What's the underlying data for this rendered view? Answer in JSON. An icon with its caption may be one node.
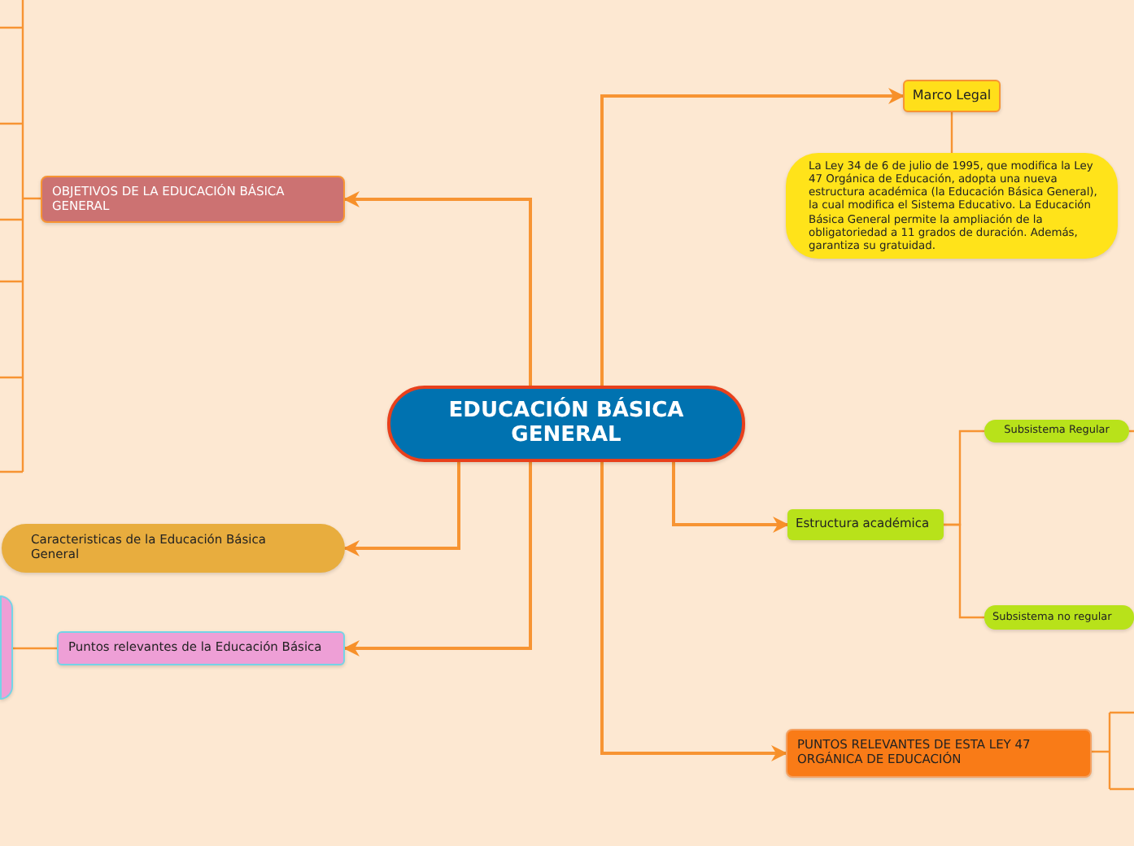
{
  "diagram": {
    "nodes": [
      {
        "text": [
          "EDUCACIÓN BÁSICA GENERAL"
        ]
      },
      {
        "text": [
          "Marco Legal"
        ]
      },
      {
        "text": [
          "La Ley 34 de 6 de julio de 1995, que modifica la Ley 47 Orgánica de Educación, adopta una nueva estructura académica (la Educación Básica General), la cual modifica el Sistema Educativo. La Educación Básica General permite la ampliación de la obligatoriedad a 11 grados de duración. Además, garantiza su gratuidad."
        ]
      },
      {
        "text": [
          "OBJETIVOS DE LA EDUCACIÓN BÁSICA GENERAL"
        ]
      },
      {
        "text": [
          "Caracteristicas de la Educación Básica General"
        ]
      },
      {
        "text": [
          "Puntos relevantes de la Educación Básica"
        ]
      },
      {
        "text": [],
        "shape": "box"
      },
      {
        "text": [
          "Estructura académica"
        ]
      },
      {
        "text": [
          "Subsistema Regular"
        ]
      },
      {
        "text": [
          "Subsistema no regular"
        ]
      },
      {
        "text": [
          "PUNTOS RELEVANTES DE ESTA LEY 47 ORGÁNICA DE EDUCACIÓN"
        ]
      }
    ],
    "edges": [
      {
        "from": 0,
        "to": 1,
        "arrow": "to"
      },
      {
        "from": 1,
        "to": 2,
        "arrow": "none"
      },
      {
        "from": 0,
        "to": 3,
        "arrow": "to"
      },
      {
        "from": 0,
        "to": 4,
        "arrow": "to"
      },
      {
        "from": 0,
        "to": 5,
        "arrow": "to"
      },
      {
        "from": 5,
        "to": 6,
        "arrow": "none"
      },
      {
        "from": 0,
        "to": 7,
        "arrow": "to"
      },
      {
        "from": 7,
        "to": 8,
        "arrow": "none"
      },
      {
        "from": 7,
        "to": 9,
        "arrow": "none"
      },
      {
        "from": 0,
        "to": 10,
        "arrow": "to"
      }
    ]
  }
}
